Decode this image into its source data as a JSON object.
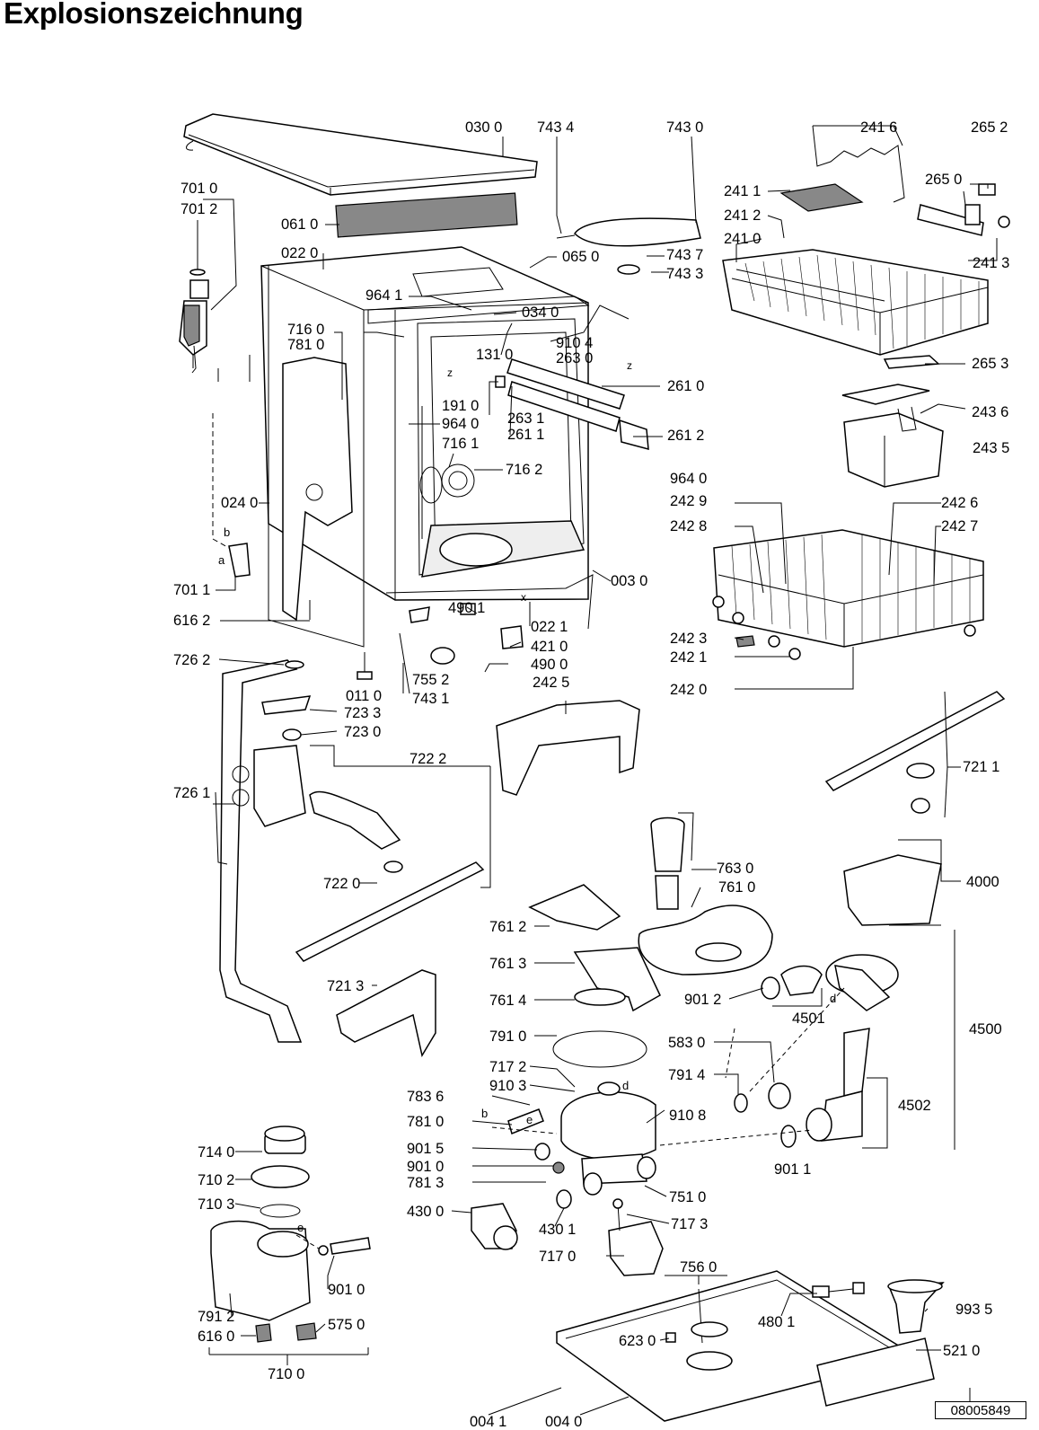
{
  "title": "Explosionszeichnung",
  "reference_number": "08005849",
  "part_labels": {
    "p0300": "030 0",
    "p7434": "743 4",
    "p7430": "743 0",
    "p2416": "241 6",
    "p2652": "265 2",
    "p7010": "701 0",
    "p7012": "701 2",
    "p0610": "061 0",
    "p2650": "265 0",
    "p2411": "241 1",
    "p2412": "241 2",
    "p7437": "743 7",
    "p2410": "241 0",
    "p2413": "241 3",
    "p0220": "022 0",
    "p0650": "065 0",
    "p7433": "743 3",
    "p9641": "964 1",
    "p0340": "034 0",
    "p7160": "716 0",
    "p7810": "781 0",
    "p9104": "910 4",
    "p1310": "131 0",
    "p2630": "263 0",
    "p2653": "265 3",
    "p2610": "261 0",
    "p2436": "243 6",
    "p1910": "191 0",
    "p9640": "964 0",
    "p2631": "263 1",
    "p2611": "261 1",
    "p2612": "261 2",
    "p7161": "716 1",
    "p2435": "243 5",
    "p7162": "716 2",
    "p9640b": "964 0",
    "p2429": "242 9",
    "p2426": "242 6",
    "p0240": "024 0",
    "p2428": "242 8",
    "p2427": "242 7",
    "p7011": "701 1",
    "p0030": "003 0",
    "p4901": "490 1",
    "p6162": "616 2",
    "p0221": "022 1",
    "p4210": "421 0",
    "p2423": "242 3",
    "p2421": "242 1",
    "p7262": "726 2",
    "p4900": "490 0",
    "p7552": "755 2",
    "p2420": "242 0",
    "p0110": "011 0",
    "p7431": "743 1",
    "p2425": "242 5",
    "p7233": "723 3",
    "p7230": "723 0",
    "p7222": "722 2",
    "p7211": "721 1",
    "p7261": "726 1",
    "p7630": "763 0",
    "p7220": "722 0",
    "p7610": "761 0",
    "p4000": "4000",
    "p7612": "761 2",
    "p7613": "761 3",
    "p7213": "721 3",
    "p7614": "761 4",
    "p9012": "901 2",
    "p4501": "4501",
    "p4500": "4500",
    "p7910": "791 0",
    "p5830": "583 0",
    "p7172": "717 2",
    "p7914": "791 4",
    "p9103": "910 3",
    "p7836": "783 6",
    "p9108": "910 8",
    "p4502": "4502",
    "p7813b": "781 0",
    "p9015": "901 5",
    "p9010": "901 0",
    "p9011": "901 1",
    "p7813": "781 3",
    "p7140": "714 0",
    "p7102": "710 2",
    "p7510": "751 0",
    "p7103": "710 3",
    "p4300": "430 0",
    "p4301": "430 1",
    "p7173": "717 3",
    "p9010b": "901 0",
    "p7170": "717 0",
    "p7560": "756 0",
    "p7912": "791 2",
    "p5750": "575 0",
    "p6160": "616 0",
    "p4801": "480 1",
    "p9935": "993 5",
    "p6230": "623 0",
    "p5210": "521 0",
    "p7100": "710 0",
    "p0041": "004 1",
    "p0040": "004 0"
  },
  "letter_marks": {
    "b1": "b",
    "a1": "a",
    "x1": "x",
    "z1": "z",
    "z2": "z",
    "d1": "d",
    "d2": "d",
    "e1": "e",
    "e2": "e",
    "b2": "b"
  }
}
